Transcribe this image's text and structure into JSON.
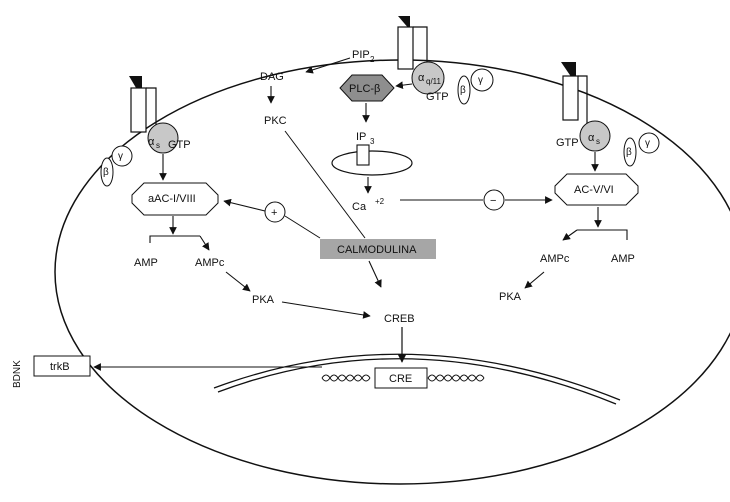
{
  "labels": {
    "pip": "PIP",
    "pip_sub": "2",
    "dag": "DAG",
    "plc": "PLC-β",
    "alpha_q": "α",
    "alpha_q_sub": "q/11",
    "gtp": "GTP",
    "beta": "β",
    "gamma": "γ",
    "pkc": "PKC",
    "ip": "IP",
    "ip_sub": "3",
    "ca": "Ca",
    "ca_sup": "+2",
    "alpha_s": "α",
    "alpha_s_sub": "s",
    "aac": "aAC-I/VIII",
    "acv": "AC-V/VI",
    "plus": "+",
    "minus": "−",
    "calmodulina": "CALMODULINA",
    "amp": "AMP",
    "ampc": "AMPc",
    "pka": "PKA",
    "creb": "CREB",
    "cre": "CRE",
    "trkb": "trkB",
    "bdnk": "BDNK"
  },
  "colors": {
    "ink": "#111111",
    "protein_fill": "#c8c8c8",
    "calmodulina_fill": "#a6a6a6",
    "background": "#ffffff"
  }
}
